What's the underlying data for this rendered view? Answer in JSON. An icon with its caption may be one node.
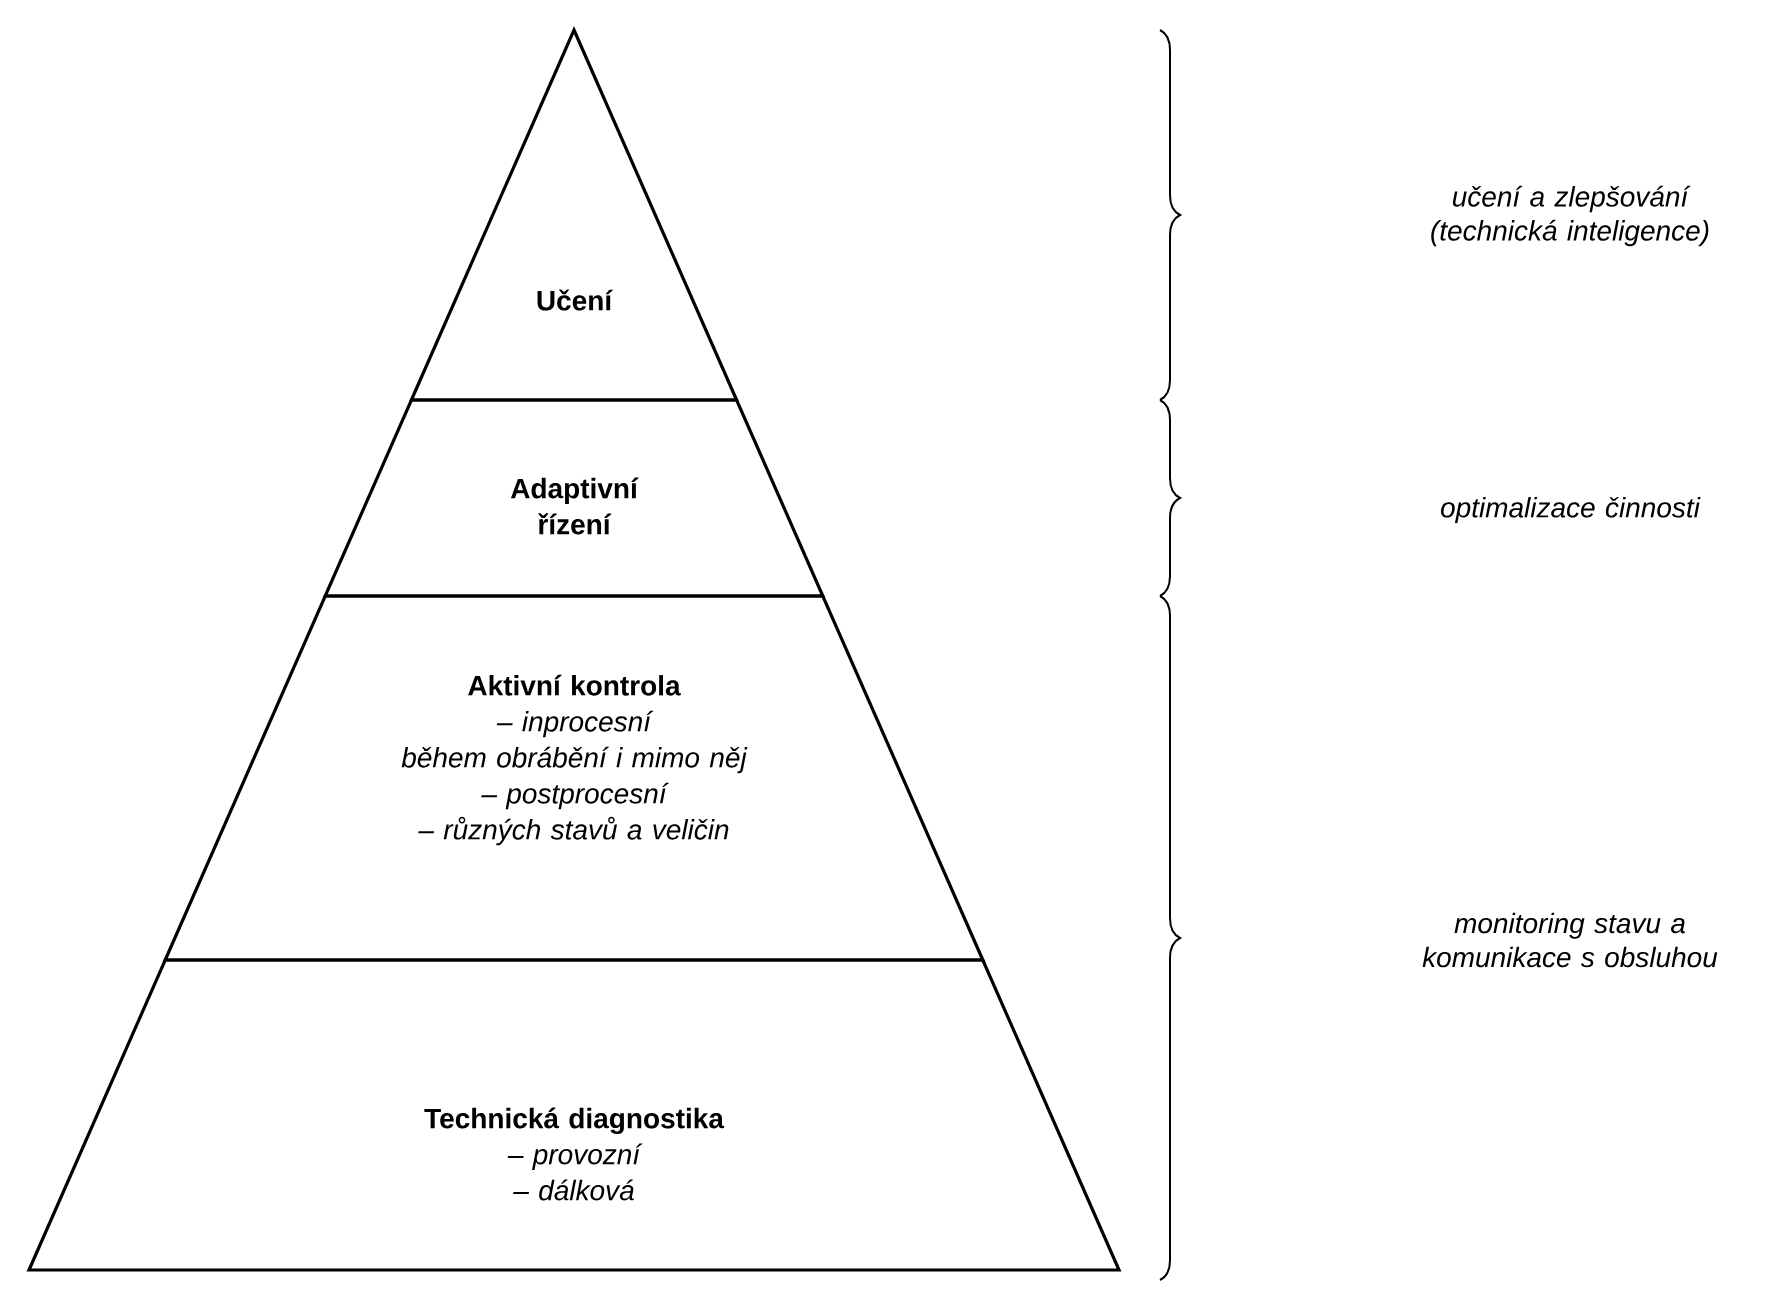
{
  "diagram": {
    "nodes": [
      {
        "text": [
          "Učení"
        ]
      },
      {
        "text": [
          "Adaptivní řízení"
        ]
      },
      {
        "text": [
          "Aktivní kontrola",
          "– inprocesní",
          "během obrábění i mimo něj",
          "– postprocesní",
          "– různých stavů a veličin"
        ]
      },
      {
        "text": [
          "Technická diagnostika",
          "– provozní",
          "– dálková"
        ]
      }
    ],
    "labels": [
      "učení a zlepšování (technická inteligence)",
      "optimalizace činnosti",
      "monitoring stavu a komunikace s obsluhou"
    ]
  }
}
